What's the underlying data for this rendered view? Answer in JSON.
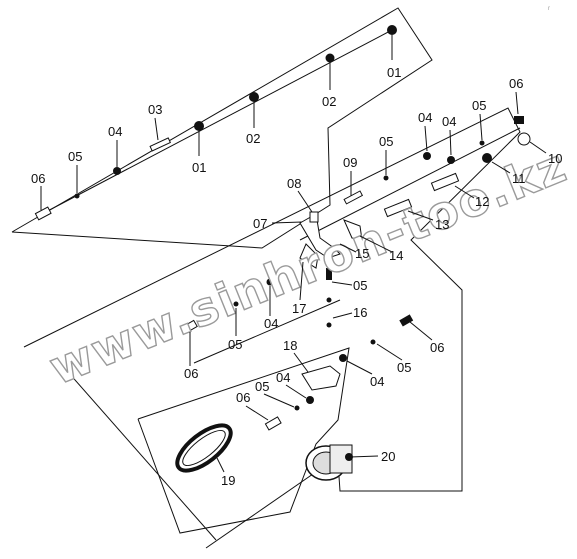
{
  "watermark": "www.sinhron-too.kz",
  "corner_mark": "r",
  "labels": {
    "p01a": "01",
    "p02a": "02",
    "p02b": "02",
    "p01b": "01",
    "p03": "03",
    "p04a": "04",
    "p05a": "05",
    "p06a": "06",
    "p06b": "06",
    "p05b": "05",
    "p04b": "04",
    "p04c": "04",
    "p05c": "05",
    "p09": "09",
    "p10": "10",
    "p11": "11",
    "p12": "12",
    "p13": "13",
    "p08": "08",
    "p07": "07",
    "p15": "15",
    "p14": "14",
    "p17": "17",
    "p05d": "05",
    "p04d": "04",
    "p05e": "05",
    "p16": "16",
    "p06c": "06",
    "p06d": "06",
    "p18": "18",
    "p05f": "05",
    "p04e": "04",
    "p04f": "04",
    "p05g": "05",
    "p06e": "06",
    "p20": "20",
    "p19": "19"
  }
}
